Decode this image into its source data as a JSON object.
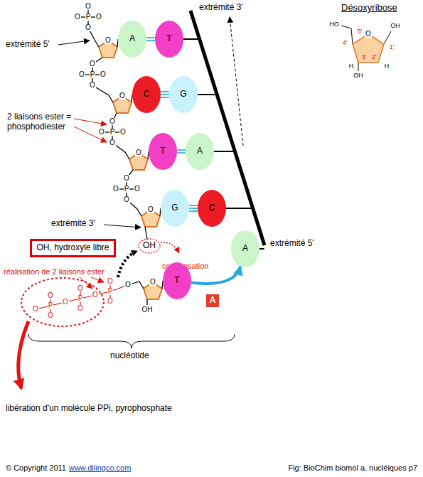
{
  "diagram": {
    "nodes": [
      {
        "text": [
          "A"
        ]
      },
      {
        "text": [
          "T"
        ]
      },
      {
        "text": [
          "C"
        ]
      },
      {
        "text": [
          "G"
        ]
      },
      {
        "text": [
          "T"
        ]
      },
      {
        "text": [
          "A"
        ]
      },
      {
        "text": [
          "G"
        ]
      },
      {
        "text": [
          "C"
        ]
      },
      {
        "text": [
          "A"
        ]
      },
      {
        "text": [
          "T"
        ]
      },
      {
        "text": [
          "OH, hydroxyle libre"
        ]
      },
      {
        "text": [
          "A"
        ]
      }
    ],
    "edges": [
      {
        "from": 0,
        "to": 1,
        "arrow": "none"
      },
      {
        "from": 2,
        "to": 3,
        "arrow": "none"
      },
      {
        "from": 4,
        "to": 5,
        "arrow": "none"
      },
      {
        "from": 6,
        "to": 7,
        "arrow": "none"
      },
      {
        "from": 9,
        "to": 8,
        "arrow": "to"
      }
    ],
    "labels": [
      "extrémité 3'",
      "extrémité 5'",
      "2 liaisons ester = phosphodiester",
      "extrémité 3'",
      "OH",
      "condensation",
      "réalisation de 2 liaisons ester",
      "OH",
      "nucléotide",
      "libération d'un molécule PPi, pyrophosphate",
      "extrémité 5'",
      "Désoxyribose",
      "HO",
      "OH",
      "5'",
      "4'",
      "3'",
      "2'",
      "1'",
      "H",
      "H",
      "OH",
      "© Copyright 2011",
      "www.dilingco.com",
      "Fig: BioChim biomol a. nucléiques p7",
      "P",
      "O",
      "O",
      "O",
      "O",
      "P",
      "O",
      "O",
      "O",
      "O",
      "P",
      "O",
      "O",
      "O",
      "O",
      "P",
      "O",
      "O",
      "O",
      "O",
      "P",
      "O",
      "O",
      "O",
      "P",
      "O",
      "O",
      "O",
      "P",
      "O",
      "O",
      "O",
      "O",
      "O",
      "O",
      "O",
      "O",
      "O",
      "O"
    ]
  }
}
